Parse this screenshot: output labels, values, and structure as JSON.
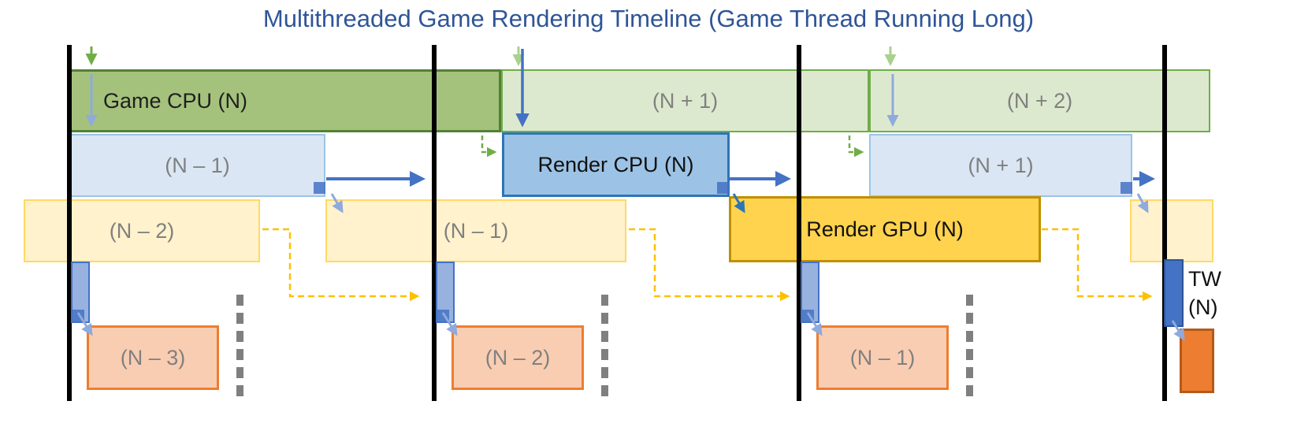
{
  "title": "Multithreaded Game Rendering Timeline (Game Thread Running Long)",
  "lanes": {
    "game_cpu": {
      "segments": [
        {
          "label": "Game CPU (N)"
        },
        {
          "label": "(N + 1)"
        },
        {
          "label": "(N + 2)"
        }
      ]
    },
    "render_cpu": {
      "segments": [
        {
          "label": "(N – 1)"
        },
        {
          "label": "Render CPU (N)"
        },
        {
          "label": "(N + 1)"
        }
      ]
    },
    "render_gpu": {
      "segments": [
        {
          "label": "(N – 2)"
        },
        {
          "label": "(N – 1)"
        },
        {
          "label": "Render GPU (N)"
        },
        {
          "label": ""
        }
      ]
    },
    "texture_write": {
      "label": "TW (N)"
    },
    "present": {
      "segments": [
        {
          "label": "(N – 3)"
        },
        {
          "label": "(N – 2)"
        },
        {
          "label": "(N – 1)"
        },
        {
          "label": ""
        }
      ]
    }
  },
  "palette": {
    "title_text": "#2F5597",
    "vsync_line": "#000000",
    "game_solid_fill": "#A5C27C",
    "game_solid_border": "#538135",
    "game_light_fill": "#DDE9CF",
    "game_light_border": "#70AD47",
    "render_cpu_light_fill": "#DAE6F3",
    "render_cpu_light_border": "#9DC3E6",
    "render_cpu_solid_fill": "#9CC3E5",
    "render_cpu_solid_border": "#2E75B6",
    "gpu_light_fill": "#FFF2CC",
    "gpu_light_border": "#FFD966",
    "gpu_solid_fill": "#FFD34D",
    "gpu_solid_border": "#BF9000",
    "present_light_fill": "#F9CDB2",
    "present_light_border": "#ED7D31",
    "present_solid_fill": "#ED7D31",
    "present_solid_border": "#B55A19",
    "tw_border": "#4472C4",
    "tw_solid_fill": "#4472C4",
    "label_gray": "#808080",
    "label_dark": "#1F1F1F",
    "arrow_green": "#70AD47",
    "arrow_light_green": "#A9D18E",
    "arrow_blue": "#4472C4",
    "arrow_light_blue": "#8FAADC",
    "arrow_medium_blue": "#2E75B6",
    "arrow_gold": "#FFC000",
    "ellipsis_gray": "#7F7F7F"
  }
}
